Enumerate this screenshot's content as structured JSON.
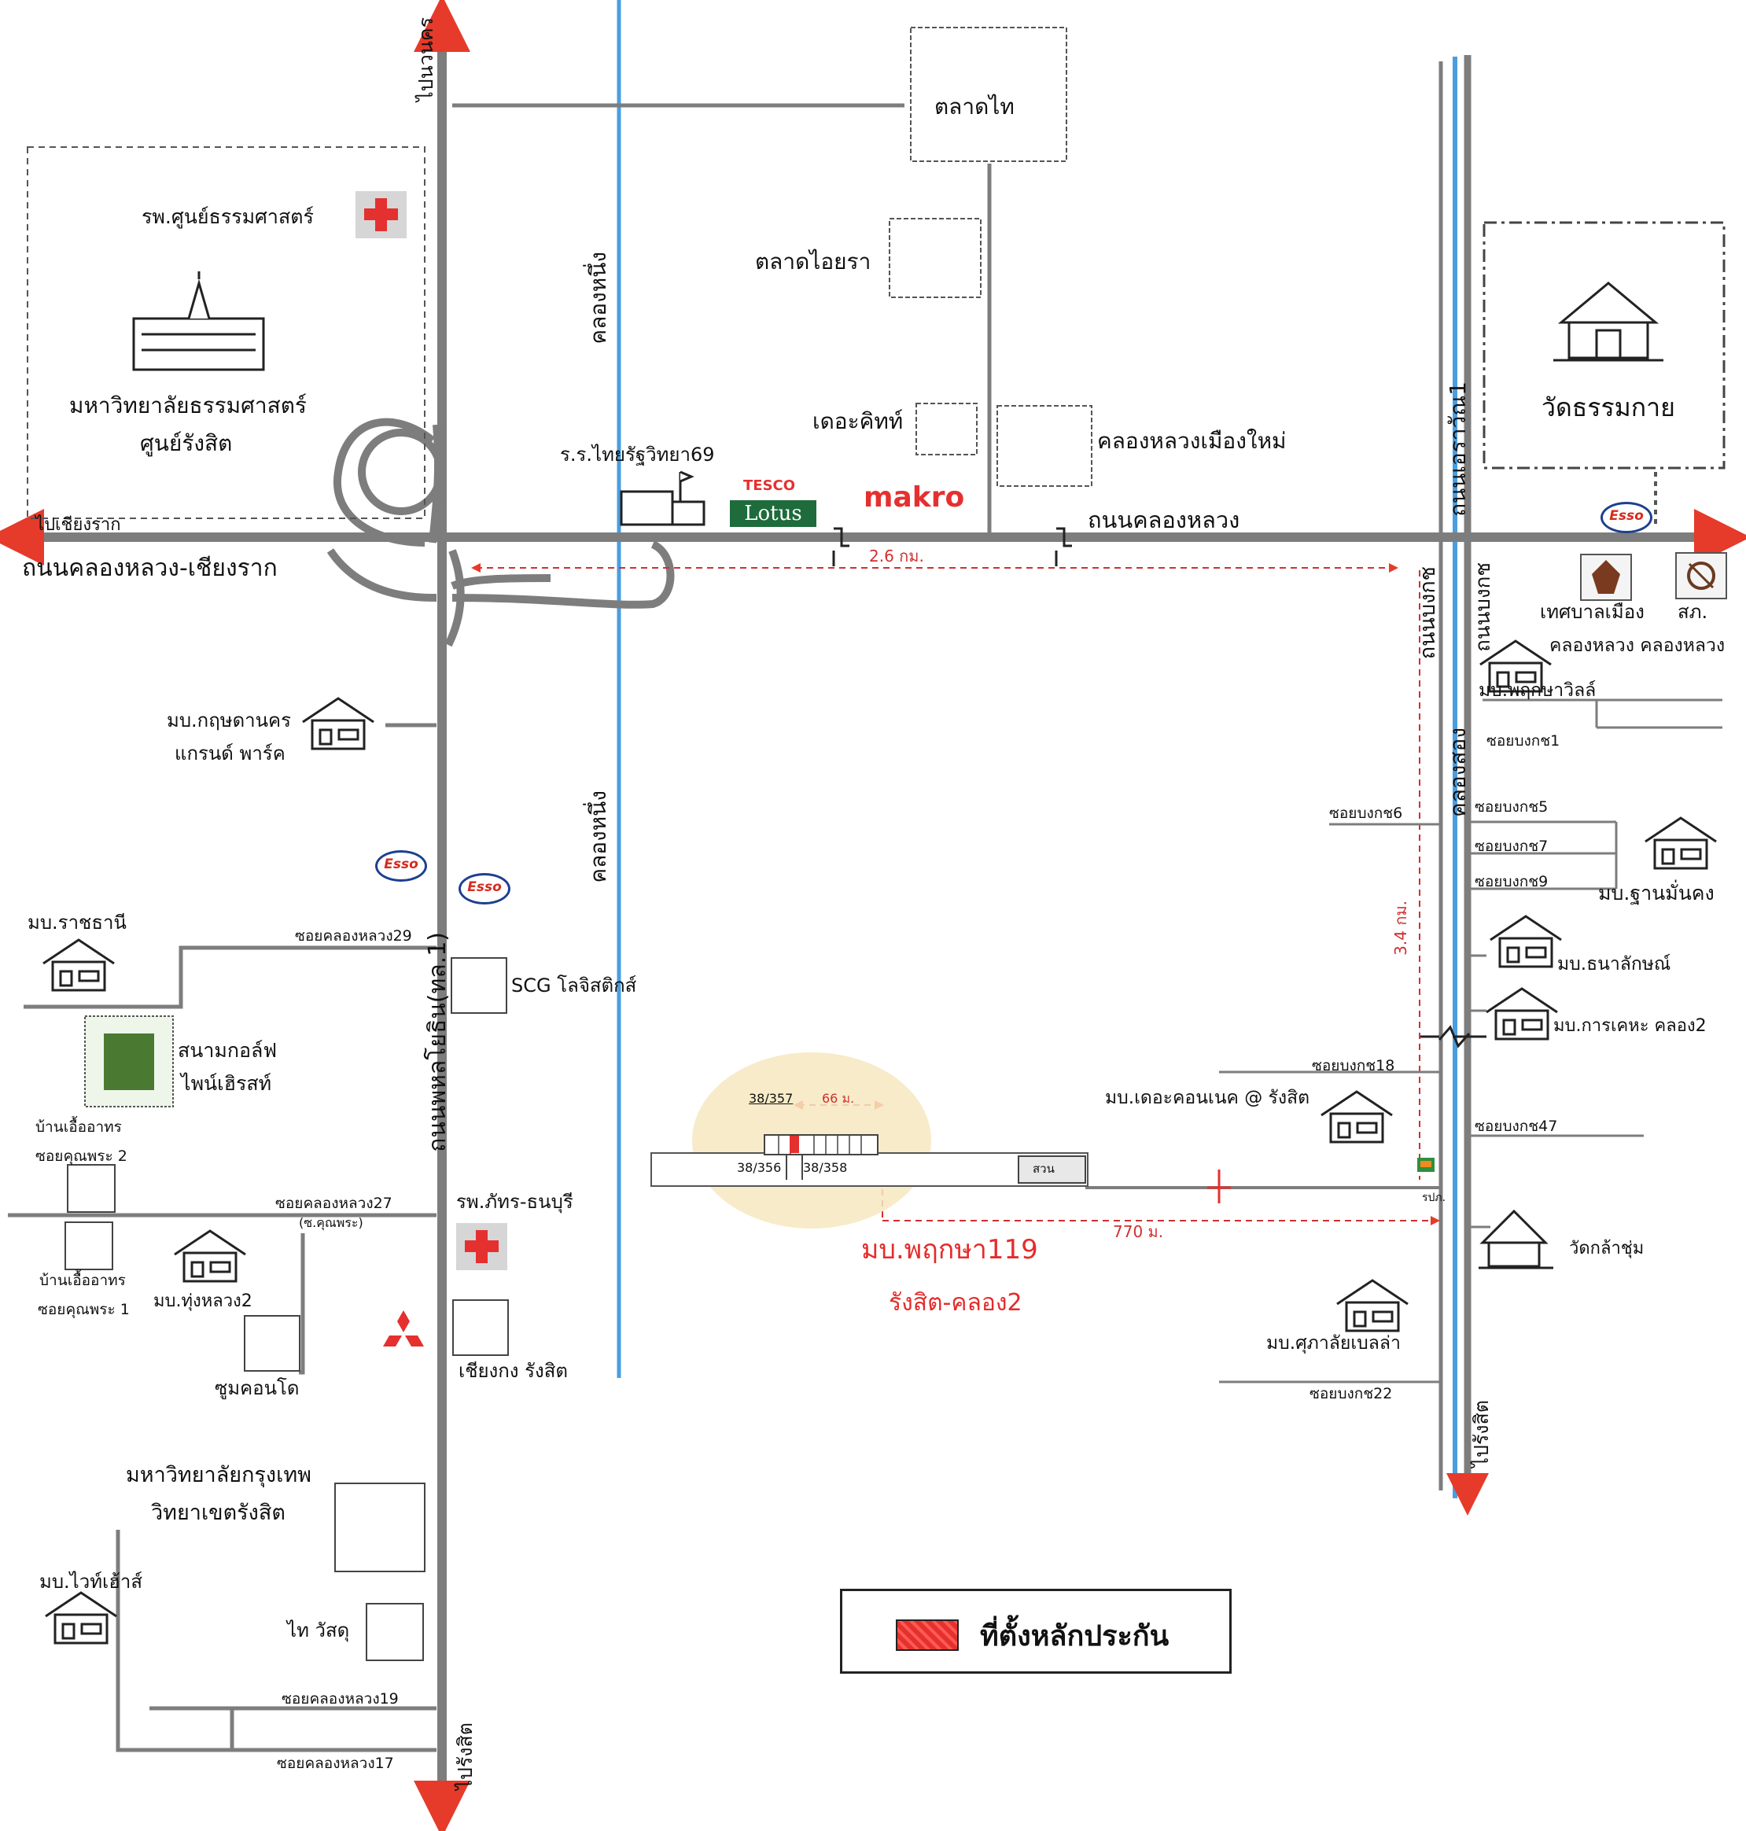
{
  "roads": {
    "north_dir": "ไปนวนคร",
    "south_dir_left": "ไปรังสิต",
    "south_dir_right": "ไปรังสิต",
    "west_dir": "ไปเชียงราก",
    "khlong_luang_chiang_rak": "ถนนคลองหลวง-เชียงราก",
    "khlong_luang": "ถนนคลองหลวง",
    "phahonyothin": "ถนนพหลโยธิน(ทล.1)",
    "ekkawat": "ถนนเอราวัณ1",
    "bongkot_left": "ถนนบงกช",
    "bongkot_right": "ถนนบงกช",
    "canal_1_top": "คลองหนึ่ง",
    "canal_1_bottom": "คลองหนึ่ง",
    "canal_2": "คลองสอง"
  },
  "places": {
    "thammasat_hospital": "รพ.ศูนย์ธรรมศาสตร์",
    "thammasat_univ_1": "มหาวิทยาลัยธรรมศาสตร์",
    "thammasat_univ_2": "ศูนย์รังสิต",
    "talad_thai": "ตลาดไท",
    "talad_ayara": "ตลาดไอยรา",
    "the_kit": "เดอะคิทท์",
    "klong_luang_muang_mai": "คลองหลวงเมืองใหม่",
    "school": "ร.ร.ไทยรัฐวิทยา69",
    "tesco_1": "TESCO",
    "tesco_2": "Lotus",
    "makro": "makro",
    "wat_thammakai": "วัดธรรมกาย",
    "esso": "Esso",
    "municipality": "เทศบาลเมือง",
    "police": "สภ.",
    "muni_kl": "คลองหลวง คลองหลวง",
    "pruksa_ville": "มบ.พฤกษาวิลล์",
    "krisdanakorn_1": "มบ.กฤษดานคร",
    "krisdanakorn_2": "แกรนด์ พาร์ค",
    "ratchathani": "มบ.ราชธานี",
    "scg": "SCG โลจิสติกส์",
    "golf_1": "สนามกอล์ฟ",
    "golf_2": "ไพน์เฮิรสท์",
    "ban_ua_1a": "บ้านเอื้ออาทร",
    "ban_ua_1b": "ซอยคุณพระ 2",
    "ban_ua_2a": "บ้านเอื้ออาทร",
    "ban_ua_2b": "ซอยคุณพระ 1",
    "thung_luang": "มบ.ทุ่งหลวง2",
    "patara_hospital": "รพ.ภัทร-ธนบุรี",
    "zoom_condo": "ซูมคอนโด",
    "chiang_kong": "เชียงกง รังสิต",
    "bu_1": "มหาวิทยาลัยกรุงเทพ",
    "bu_2": "วิทยาเขตรังสิต",
    "white_house": "มบ.ไวท์เฮ้าส์",
    "thai_watsadu": "ไท วัสดุ",
    "than_mankong": "มบ.ฐานมั่นคง",
    "thanalak": "มบ.ธนาลักษณ์",
    "karnkeha": "มบ.การเคหะ คลอง2",
    "the_connect": "มบ.เดอะคอนเนค @ รังสิต",
    "wat_klasum": "วัดกล้าชุ่ม",
    "supalai_bella": "มบ.ศุภาลัยเบลล่า",
    "project_1": "มบ.พฤกษา119",
    "project_2": "รังสิต-คลอง2",
    "park": "สวน",
    "seven": "รปภ."
  },
  "sois": {
    "s29": "ซอยคลองหลวง29",
    "s27": "ซอยคลองหลวง27",
    "s27b": "(ซ.คุณพระ)",
    "s19": "ซอยคลองหลวง19",
    "s17": "ซอยคลองหลวง17",
    "b1": "ซอยบงกช1",
    "b5": "ซอยบงกช5",
    "b6": "ซอยบงกช6",
    "b7": "ซอยบงกช7",
    "b9": "ซอยบงกช9",
    "b18": "ซอยบงกช18",
    "b47": "ซอยบงกช47",
    "b22": "ซอยบงกช22"
  },
  "plots": {
    "p357": "38/357",
    "p356": "38/356",
    "p358": "38/358"
  },
  "distances": {
    "d26": "2.6 กม.",
    "d34": "3.4 กม.",
    "d770": "770 ม.",
    "d66": "66 ม."
  },
  "legend": {
    "label": "ที่ตั้งหลักประกัน",
    "color": "#e53030"
  },
  "colors": {
    "road": "#7d7d7d",
    "canal": "#4a9ee0",
    "arrow": "#e63a2a",
    "distance": "#d03030"
  }
}
